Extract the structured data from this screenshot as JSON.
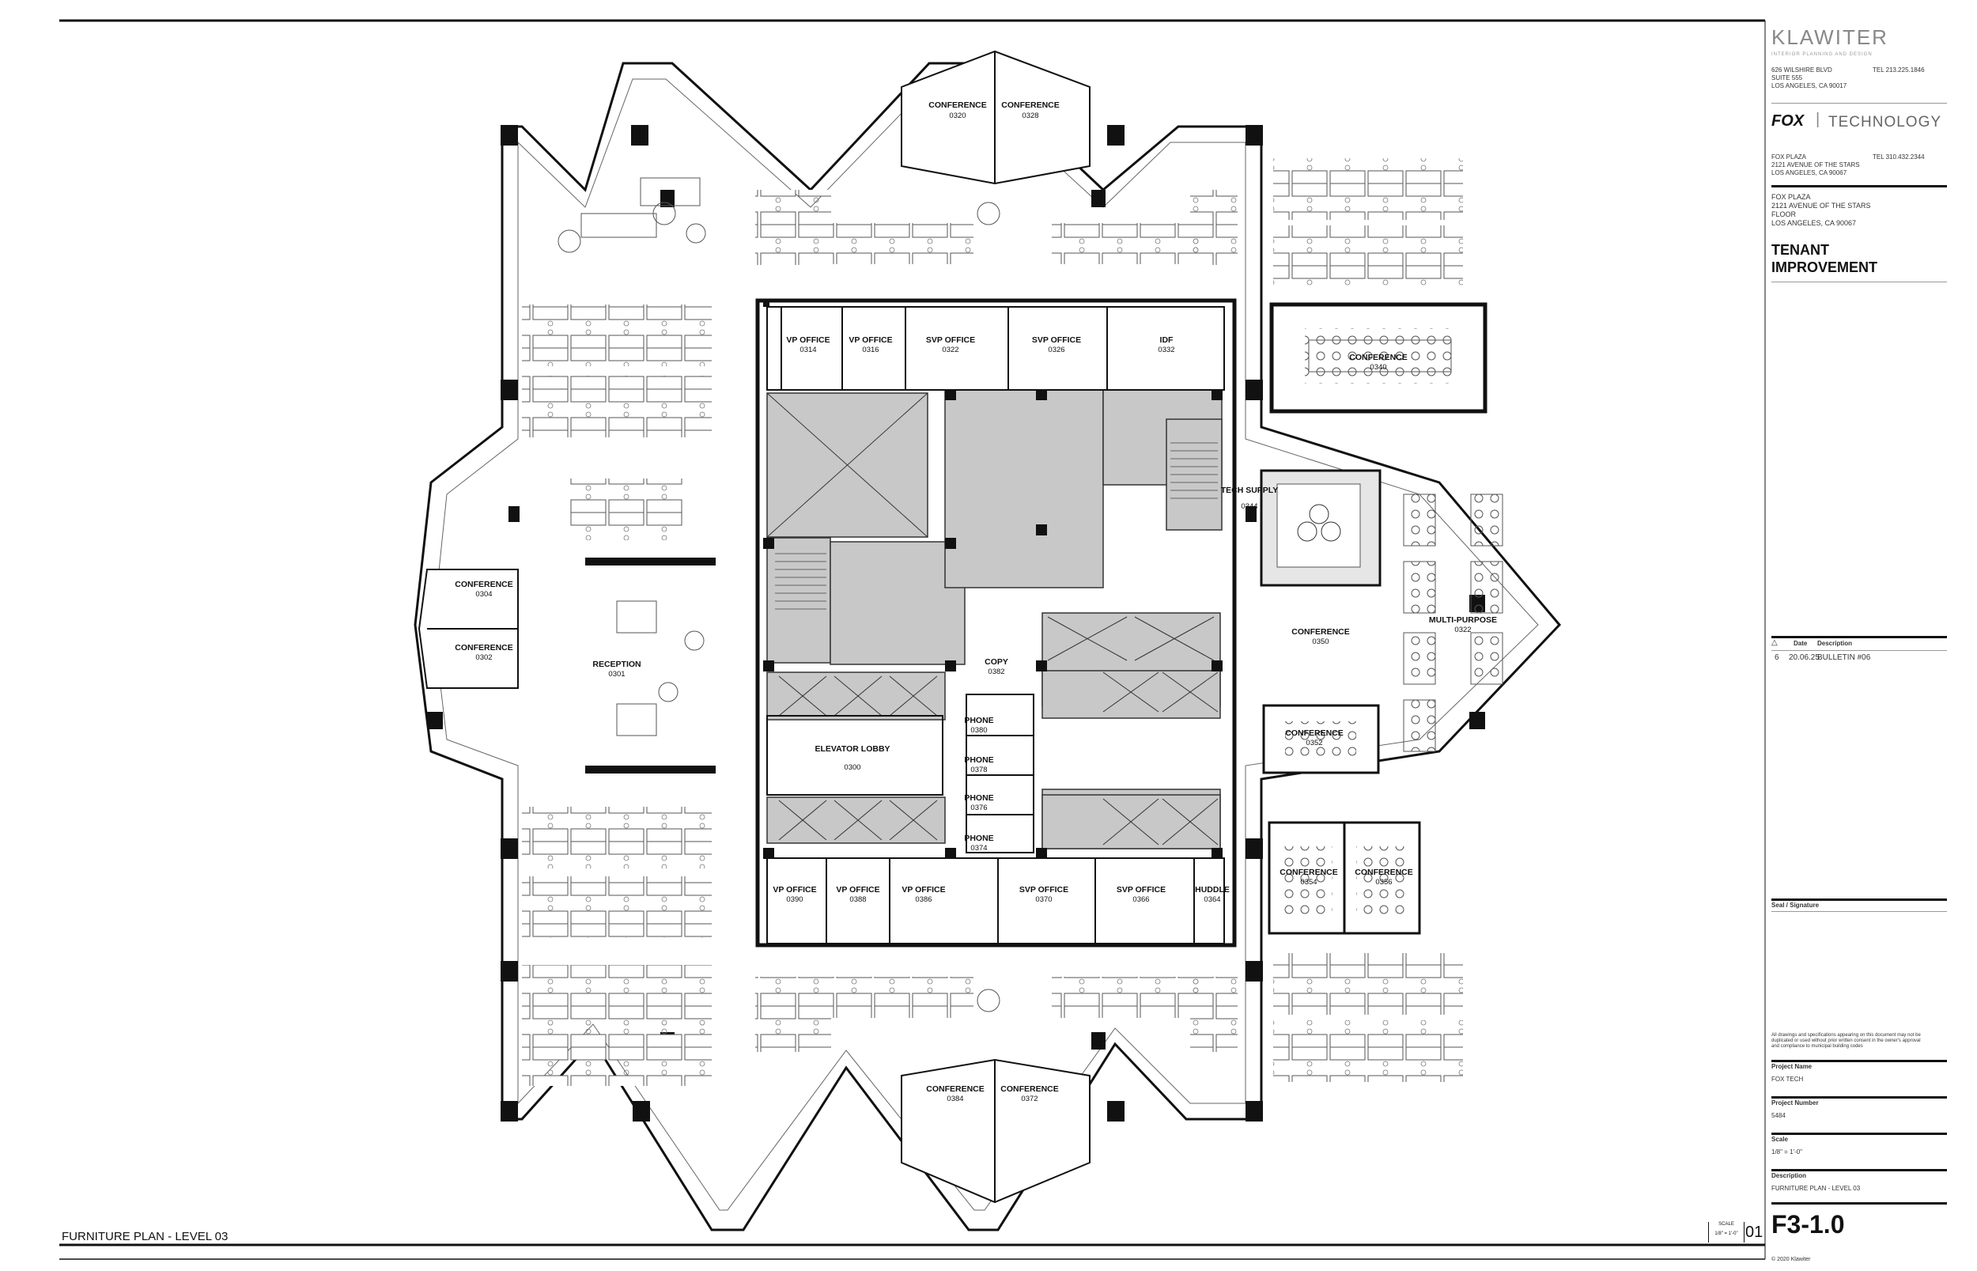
{
  "rooms": [
    {
      "id": "conf-0320",
      "name": "CONFERENCE",
      "num": "0320"
    },
    {
      "id": "conf-0328",
      "name": "CONFERENCE",
      "num": "0328"
    },
    {
      "id": "vp-0314",
      "name": "VP OFFICE",
      "num": "0314"
    },
    {
      "id": "vp-0316",
      "name": "VP OFFICE",
      "num": "0316"
    },
    {
      "id": "svp-0322",
      "name": "SVP OFFICE",
      "num": "0322"
    },
    {
      "id": "svp-0326",
      "name": "SVP OFFICE",
      "num": "0326"
    },
    {
      "id": "idf-0332",
      "name": "IDF",
      "num": "0332"
    },
    {
      "id": "conf-0340",
      "name": "CONFERENCE",
      "num": "0340"
    },
    {
      "id": "tech-0344",
      "name": "TECH SUPPLY",
      "num": "0344"
    },
    {
      "id": "conf-0304",
      "name": "CONFERENCE",
      "num": "0304"
    },
    {
      "id": "conf-0302",
      "name": "CONFERENCE",
      "num": "0302"
    },
    {
      "id": "reception-0301",
      "name": "RECEPTION",
      "num": "0301"
    },
    {
      "id": "copy-0382",
      "name": "COPY",
      "num": "0382"
    },
    {
      "id": "elev-0300",
      "name": "ELEVATOR LOBBY",
      "num": "0300"
    },
    {
      "id": "phone-0380",
      "name": "PHONE",
      "num": "0380"
    },
    {
      "id": "phone-0378",
      "name": "PHONE",
      "num": "0378"
    },
    {
      "id": "phone-0376",
      "name": "PHONE",
      "num": "0376"
    },
    {
      "id": "phone-0374",
      "name": "PHONE",
      "num": "0374"
    },
    {
      "id": "conf-0350",
      "name": "CONFERENCE",
      "num": "0350"
    },
    {
      "id": "mp-0322",
      "name": "MULTI-PURPOSE",
      "num": "0322"
    },
    {
      "id": "conf-0352",
      "name": "CONFERENCE",
      "num": "0352"
    },
    {
      "id": "conf-0354",
      "name": "CONFERENCE",
      "num": "0354"
    },
    {
      "id": "conf-0356",
      "name": "CONFERENCE",
      "num": "0356"
    },
    {
      "id": "vp-0390",
      "name": "VP OFFICE",
      "num": "0390"
    },
    {
      "id": "vp-0388",
      "name": "VP OFFICE",
      "num": "0388"
    },
    {
      "id": "vp-0386",
      "name": "VP OFFICE",
      "num": "0386"
    },
    {
      "id": "svp-0370",
      "name": "SVP OFFICE",
      "num": "0370"
    },
    {
      "id": "svp-0366",
      "name": "SVP OFFICE",
      "num": "0366"
    },
    {
      "id": "huddle-0364",
      "name": "HUDDLE",
      "num": "0364"
    },
    {
      "id": "conf-0384",
      "name": "CONFERENCE",
      "num": "0384"
    },
    {
      "id": "conf-0372",
      "name": "CONFERENCE",
      "num": "0372"
    }
  ],
  "title_block": {
    "firm_name": "KLAWITER",
    "firm_tagline": "INTERIOR PLANNING AND DESIGN",
    "firm_address": [
      "626 WILSHIRE BLVD",
      "SUITE 555",
      "LOS ANGELES, CA 90017"
    ],
    "firm_tel": "TEL 213.225.1846",
    "client_logo": "FOX",
    "client_division": "TECHNOLOGY",
    "client_address": [
      "FOX PLAZA",
      "2121 AVENUE OF THE STARS",
      "LOS ANGELES, CA 90067"
    ],
    "client_tel": "TEL 310.432.2344",
    "project_address": [
      "FOX PLAZA",
      "2121 AVENUE OF THE STARS",
      "FLOOR",
      "LOS ANGELES, CA 90067"
    ],
    "project_type": [
      "TENANT",
      "IMPROVEMENT"
    ],
    "revision_headers": [
      "Date",
      "Description"
    ],
    "revision_row": {
      "no": "6",
      "date": "20.06.25",
      "desc": "BULLETIN #06"
    },
    "seal_label": "Seal / Signature",
    "disclaimer": "All drawings and specifications appearing on this document may not be duplicated or used without prior written consent in the owner's approval and compliance to municipal building codes",
    "project_name_label": "Project Name",
    "project_name": "FOX TECH",
    "project_number_label": "Project Number",
    "project_number": "5484",
    "scale_label": "Scale",
    "scale": "1/8\" = 1'-0\"",
    "description_label": "Description",
    "description": "FURNITURE PLAN - LEVEL 03",
    "sheet_number": "F3-1.0",
    "copyright": "© 2020 Klawiter"
  },
  "footer": {
    "drawing_title": "FURNITURE PLAN - LEVEL 03",
    "scale_label": "SCALE",
    "scale_value": "1/8\" = 1'-0\"",
    "drawing_number": "01"
  },
  "colors": {
    "line": "#111111",
    "core_fill": "#c8c8c8",
    "paper": "#ffffff"
  }
}
